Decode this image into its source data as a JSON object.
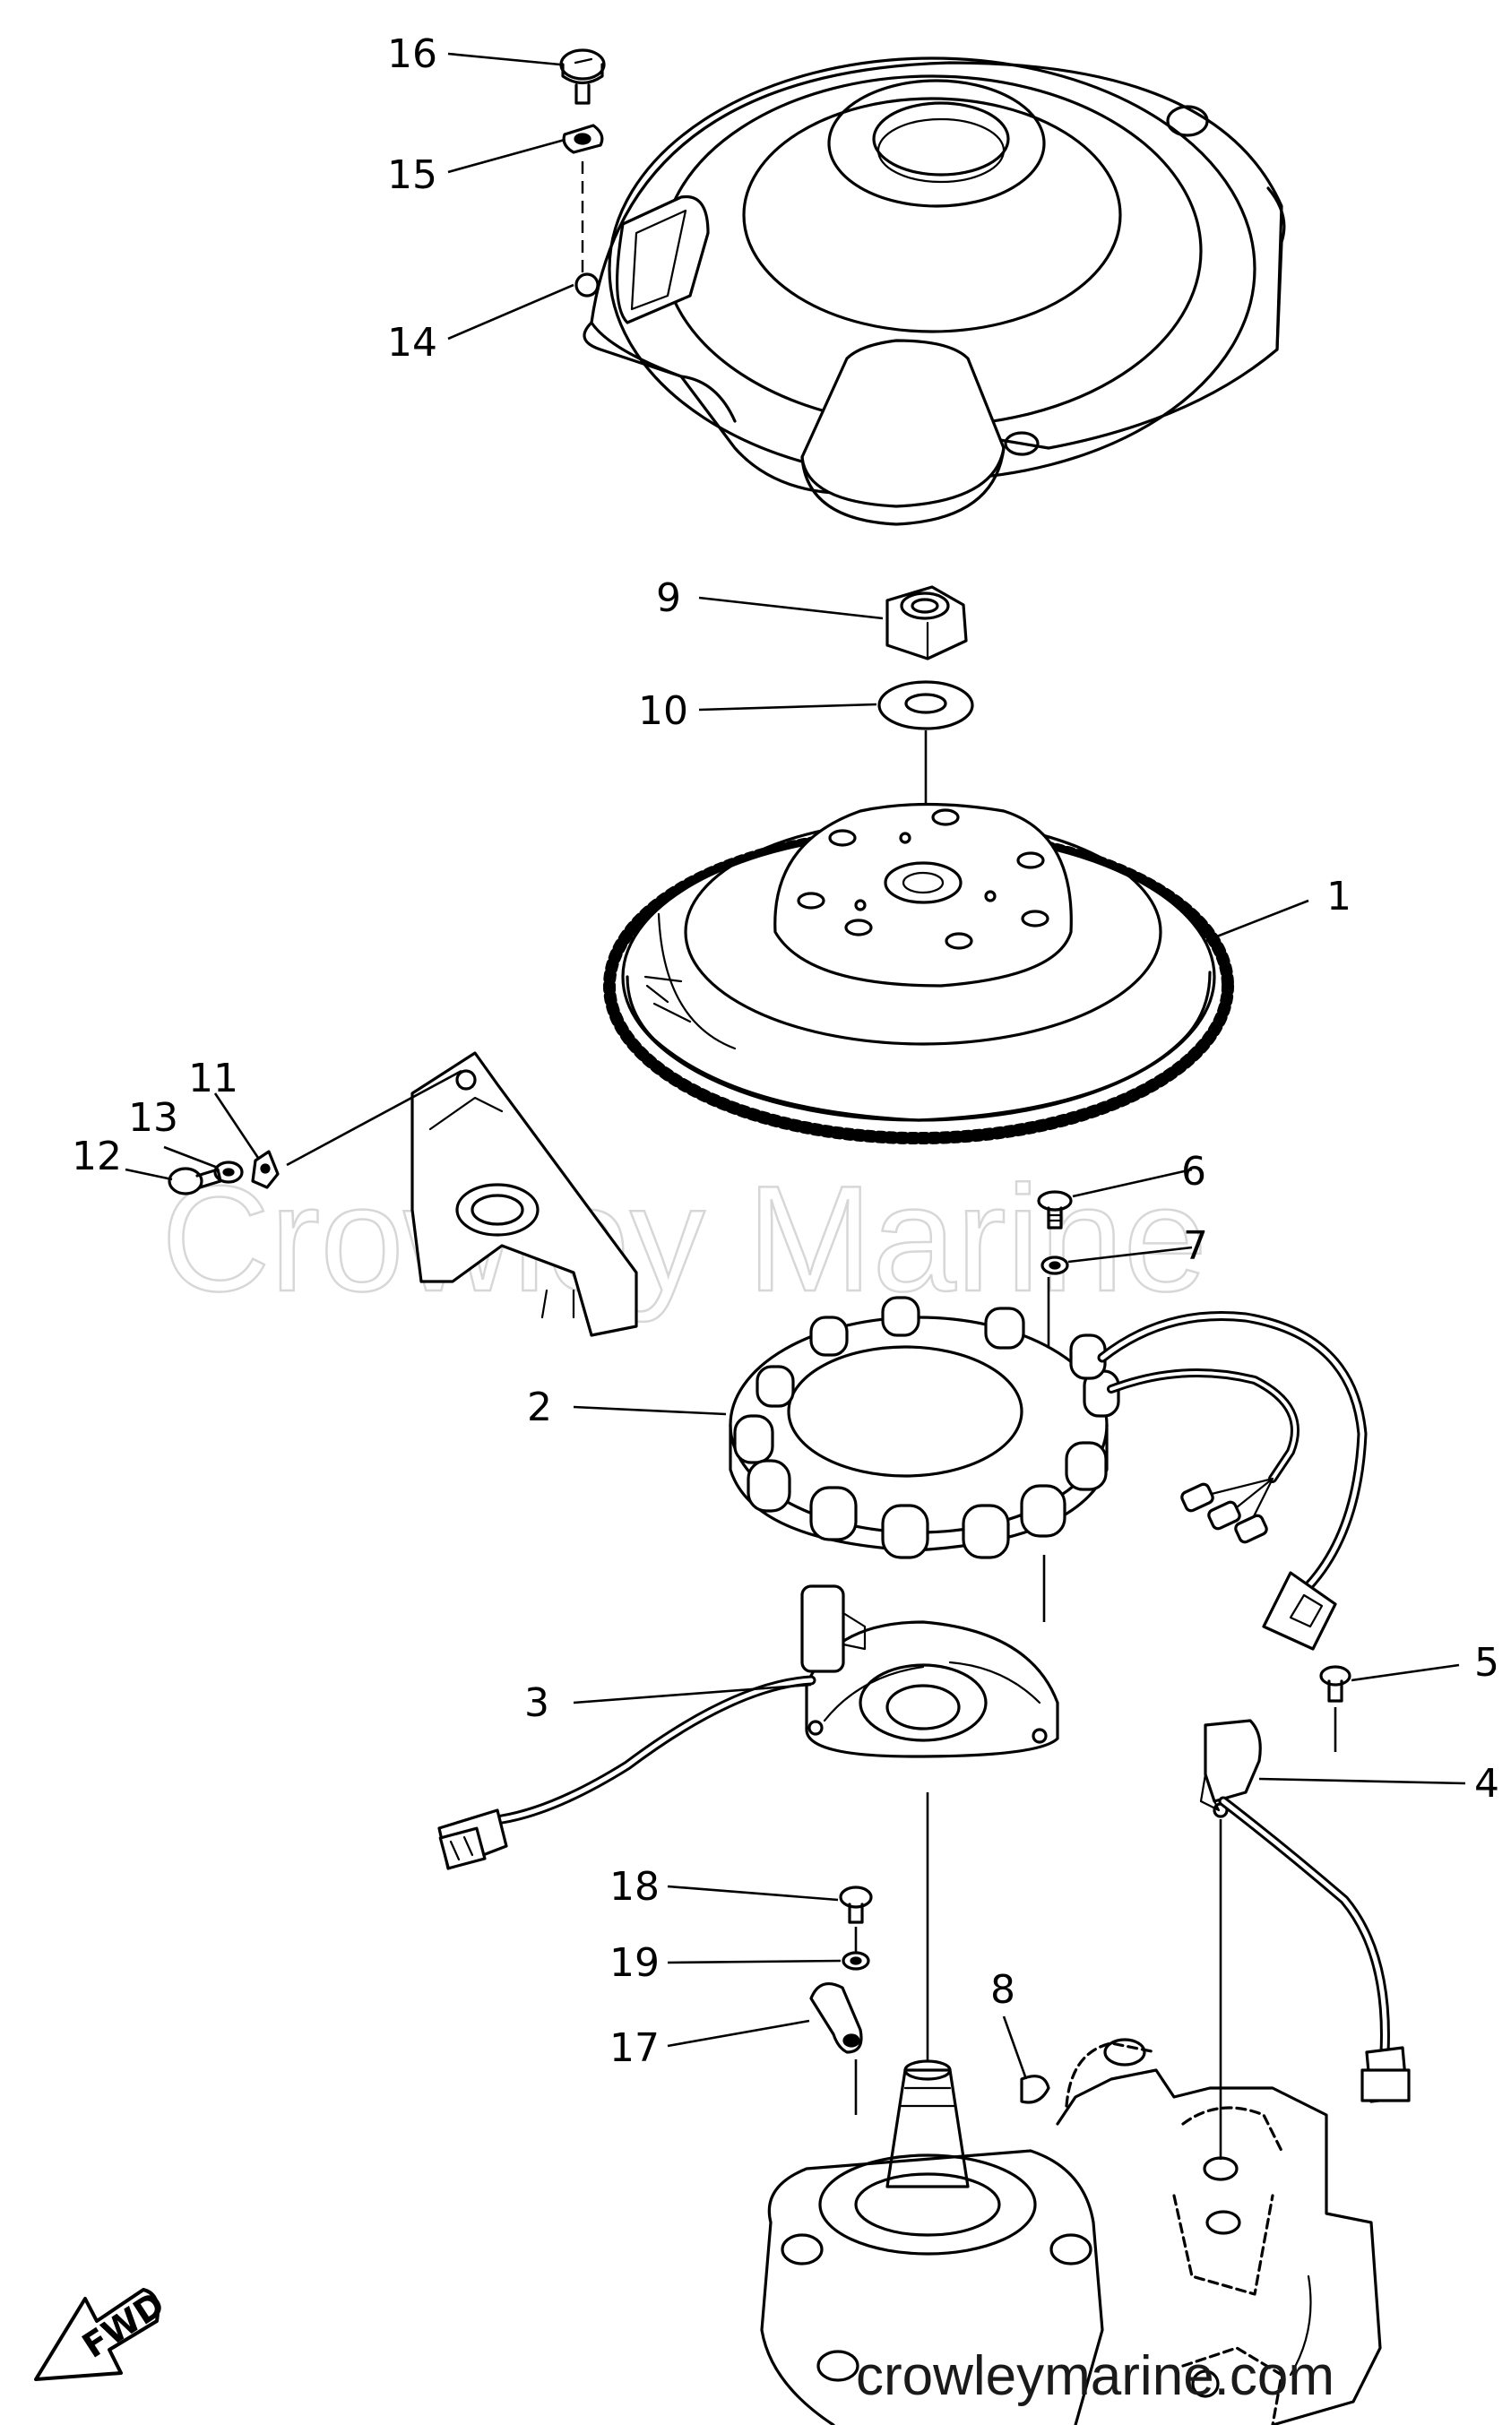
{
  "callouts": [
    {
      "id": "1",
      "label": "1"
    },
    {
      "id": "2",
      "label": "2"
    },
    {
      "id": "3",
      "label": "3"
    },
    {
      "id": "4",
      "label": "4"
    },
    {
      "id": "5",
      "label": "5"
    },
    {
      "id": "6",
      "label": "6"
    },
    {
      "id": "7",
      "label": "7"
    },
    {
      "id": "8",
      "label": "8"
    },
    {
      "id": "9",
      "label": "9"
    },
    {
      "id": "10",
      "label": "10"
    },
    {
      "id": "11",
      "label": "11"
    },
    {
      "id": "12",
      "label": "12"
    },
    {
      "id": "13",
      "label": "13"
    },
    {
      "id": "14",
      "label": "14"
    },
    {
      "id": "15",
      "label": "15"
    },
    {
      "id": "16",
      "label": "16"
    },
    {
      "id": "17",
      "label": "17"
    },
    {
      "id": "18",
      "label": "18"
    },
    {
      "id": "19",
      "label": "19"
    }
  ],
  "watermark": "Crowley Marine",
  "footer": "crowleymarine.com",
  "direction_arrow": "FWD"
}
